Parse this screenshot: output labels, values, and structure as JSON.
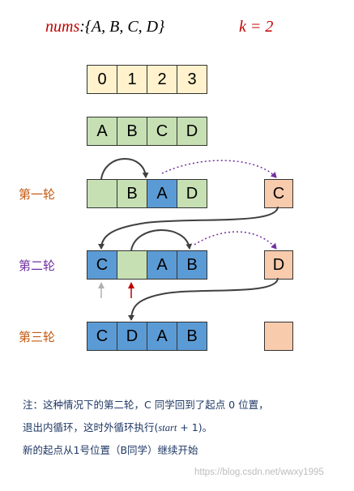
{
  "title": {
    "nums_label": "nums",
    "set_text": ":{A, B, C, D}",
    "k_text": "k = 2"
  },
  "index_row": [
    "0",
    "1",
    "2",
    "3"
  ],
  "initial_row": [
    "A",
    "B",
    "C",
    "D"
  ],
  "rounds": [
    {
      "label": "第一轮",
      "cells": [
        "",
        "B",
        "A",
        "D"
      ],
      "colors": [
        "green",
        "green",
        "blue",
        "green"
      ],
      "temp": "C"
    },
    {
      "label": "第二轮",
      "cells": [
        "C",
        "",
        "A",
        "B"
      ],
      "colors": [
        "blue",
        "green",
        "blue",
        "blue"
      ],
      "temp": "D"
    },
    {
      "label": "第三轮",
      "cells": [
        "C",
        "D",
        "A",
        "B"
      ],
      "colors": [
        "blue",
        "blue",
        "blue",
        "blue"
      ],
      "temp": ""
    }
  ],
  "note": {
    "line1": "注：这种情况下的第二轮，C 同学回到了起点 0 位置，",
    "line2_prefix": "退出内循环，这时外循环执行(",
    "line2_math": "start",
    "line2_suffix": " + 1)。",
    "line3": "新的起点从1号位置（B同学）继续开始"
  },
  "watermark": "https://blog.csdn.net/wwxy1995",
  "colors": {
    "yellow": "#fff2cc",
    "green": "#c6e0b4",
    "blue": "#5b9bd5",
    "peach": "#f8cbad",
    "red": "#c00000",
    "orange": "#c55a11",
    "purple": "#7030a0"
  }
}
